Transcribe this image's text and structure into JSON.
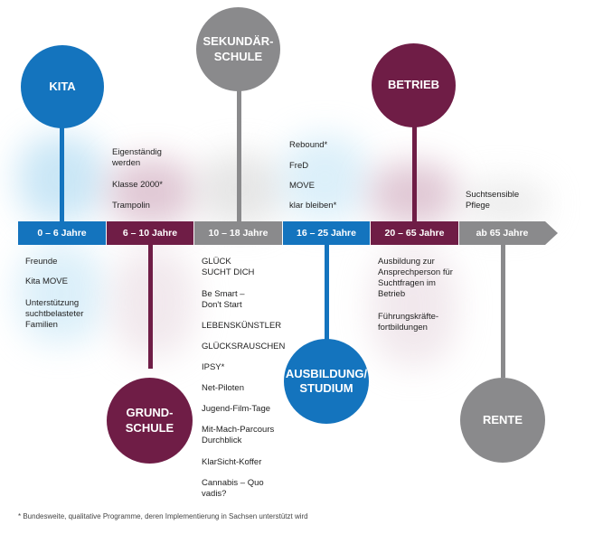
{
  "colors": {
    "blue": "#1474be",
    "plum": "#6f1d46",
    "gray": "#8a8a8c",
    "glow_blue": "#9fd3ef",
    "glow_plum": "#c79bb2",
    "glow_gray": "#d2d2d2"
  },
  "circles": {
    "kita": "KITA",
    "grundschule_1": "GRUND-",
    "grundschule_2": "SCHULE",
    "sekundar_1": "SEKUNDÄR-",
    "sekundar_2": "SCHULE",
    "ausbildung_1": "AUSBILDUNG/",
    "ausbildung_2": "STUDIUM",
    "betrieb": "BETRIEB",
    "rente": "RENTE"
  },
  "timeline": [
    "0 – 6 Jahre",
    "6 – 10 Jahre",
    "10 – 18 Jahre",
    "16 – 25 Jahre",
    "20 – 65 Jahre",
    "ab 65 Jahre"
  ],
  "above": {
    "grundschule": [
      "Eigenständig werden",
      "Klasse 2000*",
      "Trampolin"
    ],
    "ausbildung": [
      "Rebound*",
      "FreD",
      "MOVE",
      "klar bleiben*"
    ],
    "rente": [
      "Suchtsensible Pflege"
    ]
  },
  "below": {
    "kita": [
      "Freunde",
      "Kita MOVE",
      "Unterstützung suchtbelasteter Familien"
    ],
    "sekundar": [
      "GLÜCK SUCHT DICH",
      "Be Smart – Don't Start",
      "LEBENSKÜNSTLER",
      "GLÜCKSRAUSCHEN",
      "IPSY*",
      "Net-Piloten",
      "Jugend-Film-Tage",
      "Mit-Mach-Parcours Durchblick",
      "KlarSicht-Koffer",
      "Cannabis – Quo vadis?"
    ],
    "betrieb": [
      "Ausbildung zur Ansprechperson für Suchtfragen im Betrieb",
      "Führungskräfte-fortbildungen"
    ]
  },
  "footnote": "* Bundesweite, qualitative Programme, deren Implementierung in Sachsen unterstützt wird"
}
